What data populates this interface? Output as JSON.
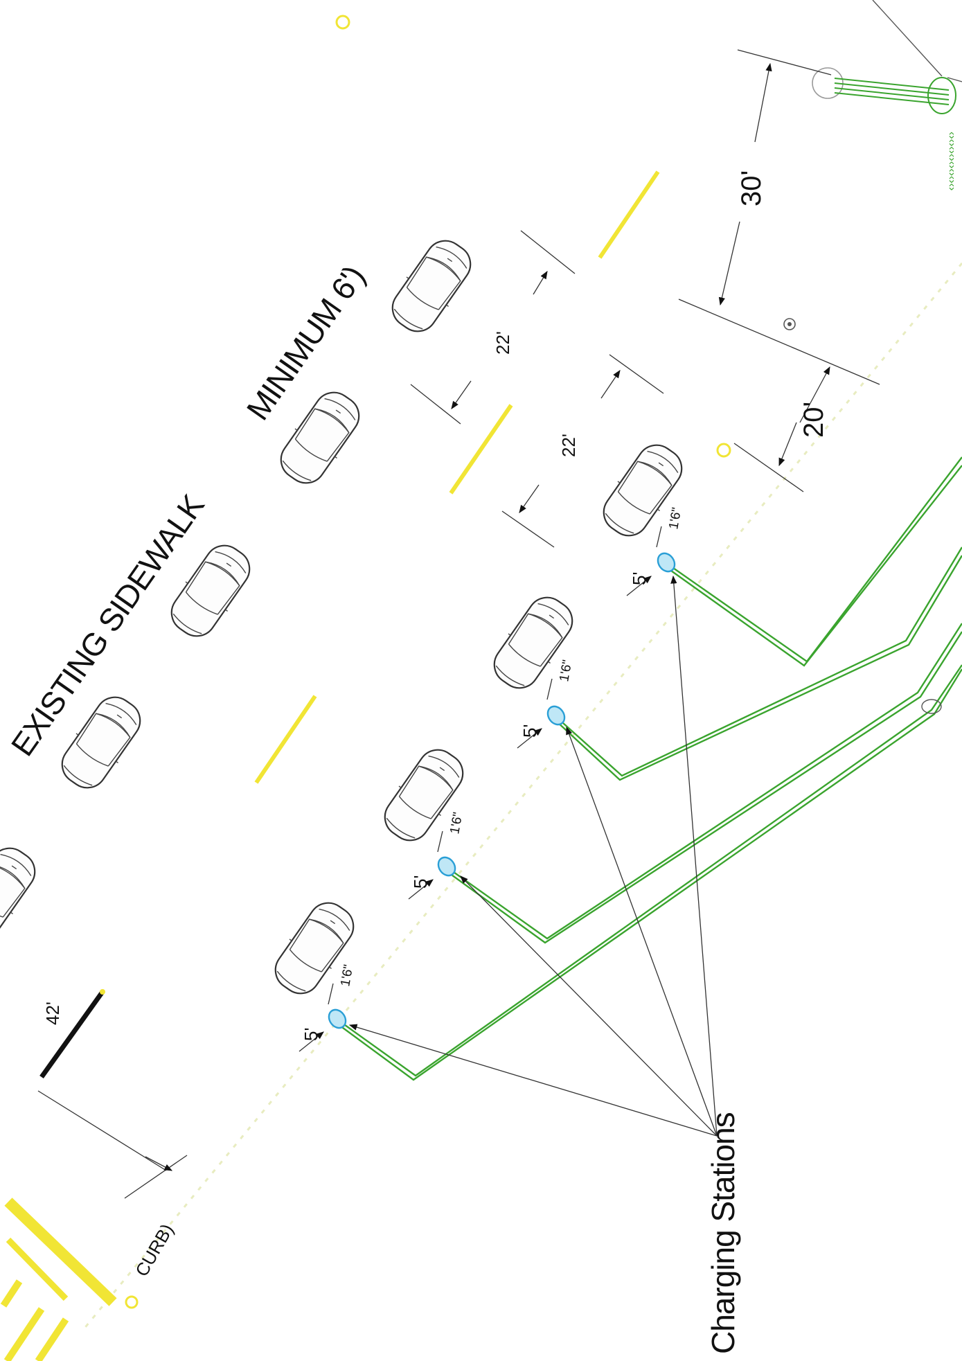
{
  "labels": {
    "sidewalk": "EXISTING SIDEWALK",
    "minimum": "MINIMUM 6')",
    "curb": "CURB)",
    "charging_stations": "Charging Stations"
  },
  "dimensions": {
    "d42": "42'",
    "d22_top": "22'",
    "d22_lower": "22'",
    "d30": "30'",
    "d20": "20'",
    "d5_a": "5'",
    "d5_b": "5'",
    "d5_c": "5'",
    "d5_d": "5'",
    "d16_a": "1'6\"",
    "d16_b": "1'6\"",
    "d16_c": "1'6\"",
    "d16_d": "1'6\""
  },
  "colors": {
    "striping": "#f1e535",
    "conduit": "#3aa42e",
    "charger": "#2a9fd6"
  }
}
